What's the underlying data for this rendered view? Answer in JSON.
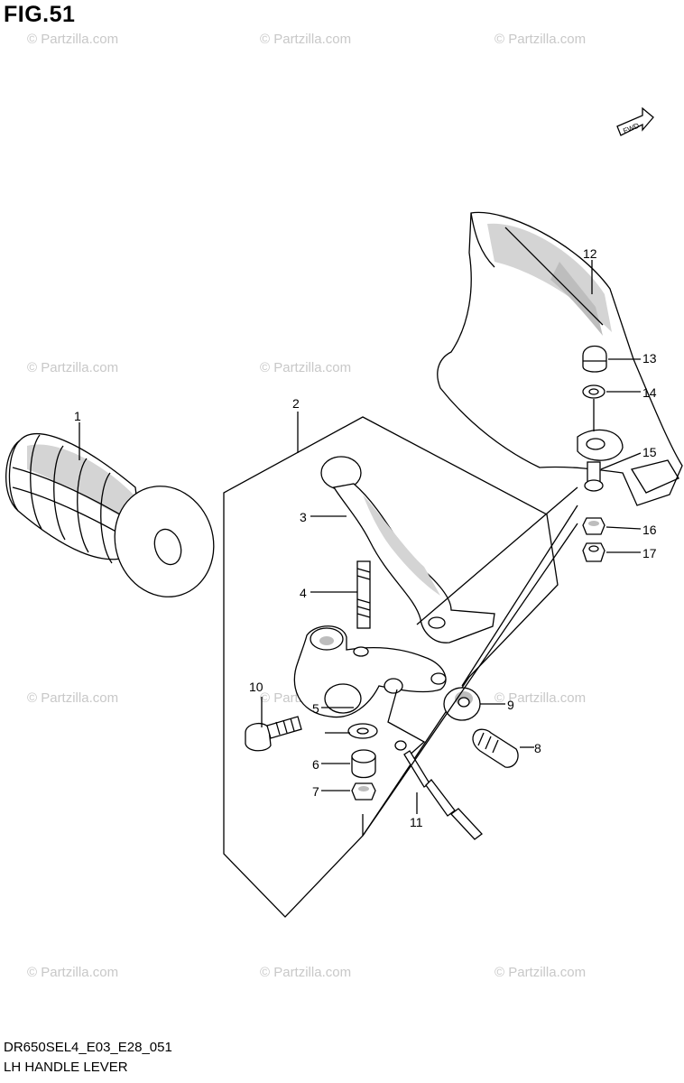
{
  "figure": {
    "title": "FIG.51",
    "code": "DR650SEL4_E03_E28_051",
    "caption": "LH HANDLE LEVER"
  },
  "watermark": {
    "text": "© Partzilla.com"
  },
  "fwd_marker": {
    "text": "FWD"
  },
  "callouts": {
    "c1": "1",
    "c2": "2",
    "c3": "3",
    "c4": "4",
    "c5": "5",
    "c6": "6",
    "c7": "7",
    "c8": "8",
    "c9": "9",
    "c10": "10",
    "c11": "11",
    "c12": "12",
    "c13": "13",
    "c14": "14",
    "c15": "15",
    "c16": "16",
    "c17": "17"
  }
}
